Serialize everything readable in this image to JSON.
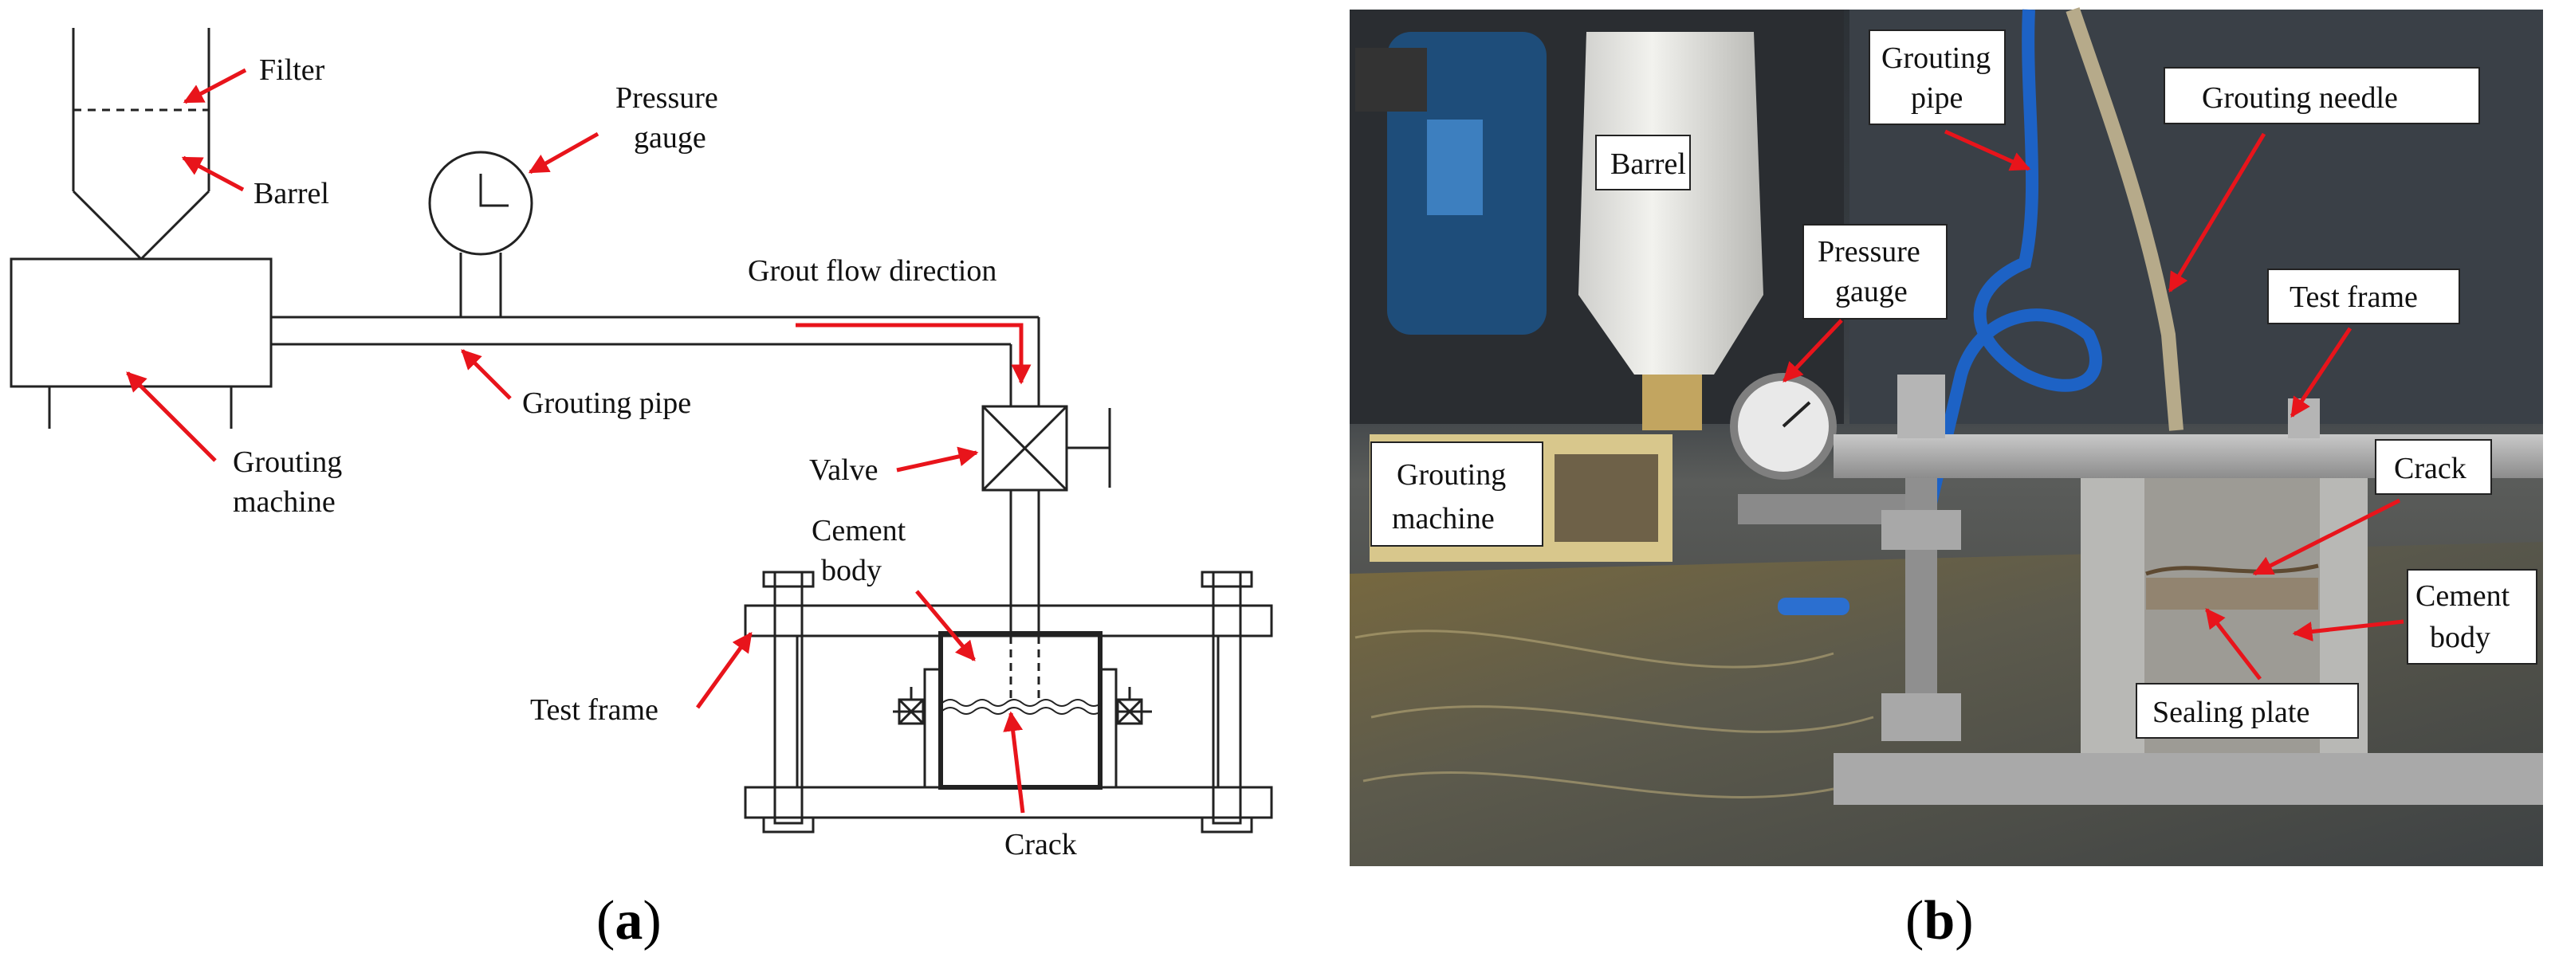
{
  "panel_a": {
    "labels": {
      "filter": "Filter",
      "barrel": "Barrel",
      "pressure_gauge_1": "Pressure",
      "pressure_gauge_2": "gauge",
      "grout_flow": "Grout flow direction",
      "grouting_pipe": "Grouting pipe",
      "grouting_machine_1": "Grouting",
      "grouting_machine_2": "machine",
      "valve": "Valve",
      "cement_body_1": "Cement",
      "cement_body_2": "body",
      "test_frame": "Test frame",
      "crack": "Crack"
    },
    "caption": {
      "open": "(",
      "letter": "a",
      "close": ")"
    }
  },
  "panel_b": {
    "labels": {
      "barrel": "Barrel",
      "grouting_pipe_1": "Grouting",
      "grouting_pipe_2": "pipe",
      "grouting_needle": "Grouting needle",
      "pressure_gauge_1": "Pressure",
      "pressure_gauge_2": "gauge",
      "test_frame": "Test frame",
      "grouting_machine_1": "Grouting",
      "grouting_machine_2": "machine",
      "crack": "Crack",
      "cement_body_1": "Cement",
      "cement_body_2": "body",
      "sealing_plate": "Sealing plate"
    },
    "caption": {
      "open": "(",
      "letter": "b",
      "close": ")"
    }
  },
  "colors": {
    "arrow": "#e8141b",
    "line": "#222222",
    "background": "#ffffff"
  }
}
